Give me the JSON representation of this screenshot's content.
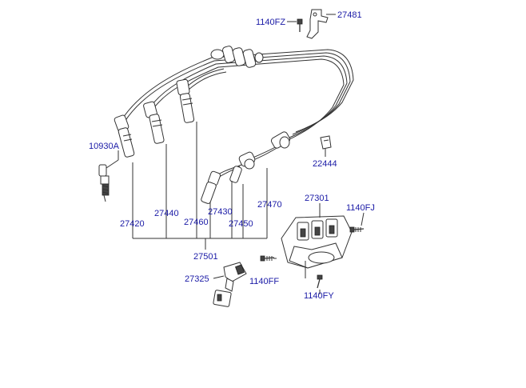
{
  "labels": {
    "p1140FZ": "1140FZ",
    "p27481": "27481",
    "p10930A": "10930A",
    "p22444": "22444",
    "p27301": "27301",
    "p1140FJ": "1140FJ",
    "p27440": "27440",
    "p27430": "27430",
    "p27470": "27470",
    "p27420": "27420",
    "p27460": "27460",
    "p27450": "27450",
    "p27501": "27501",
    "p1140FF": "1140FF",
    "p27325": "27325",
    "p1140FY": "1140FY"
  },
  "colors": {
    "label": "#1a1aa6",
    "line": "#333333",
    "background": "#ffffff"
  }
}
